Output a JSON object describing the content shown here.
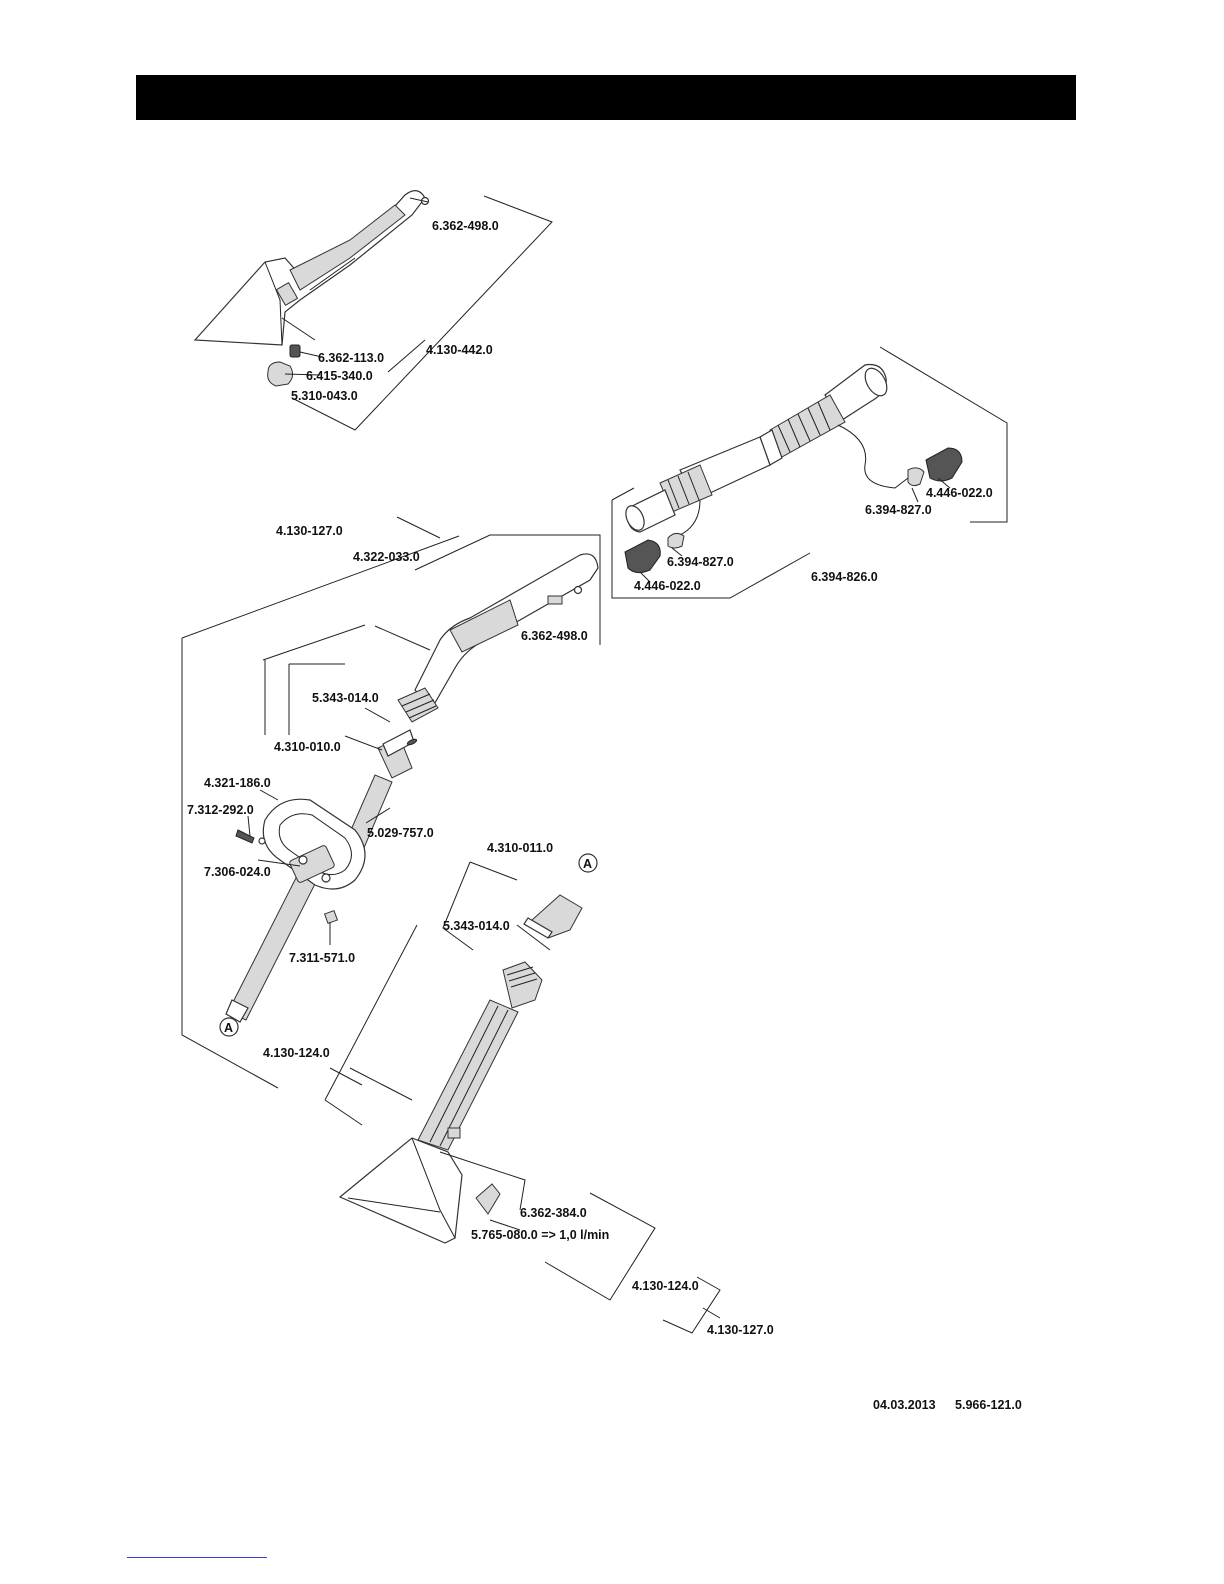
{
  "parts": {
    "p_6362_498_top": "6.362-498.0",
    "p_6362_113": "6.362-113.0",
    "p_6415_340": "6.415-340.0",
    "p_5310_043": "5.310-043.0",
    "p_4130_442": "4.130-442.0",
    "p_4446_022_r": "4.446-022.0",
    "p_6394_827_r": "6.394-827.0",
    "p_6394_827_l": "6.394-827.0",
    "p_4446_022_l": "4.446-022.0",
    "p_6394_826": "6.394-826.0",
    "p_4130_127_top": "4.130-127.0",
    "p_4322_033": "4.322-033.0",
    "p_6362_498_mid": "6.362-498.0",
    "p_5343_014_a": "5.343-014.0",
    "p_4310_010": "4.310-010.0",
    "p_4321_186": "4.321-186.0",
    "p_7312_292": "7.312-292.0",
    "p_5029_757": "5.029-757.0",
    "p_7306_024": "7.306-024.0",
    "p_4310_011": "4.310-011.0",
    "p_5343_014_b": "5.343-014.0",
    "p_7311_571": "7.311-571.0",
    "p_4130_124_a": "4.130-124.0",
    "p_6362_384": "6.362-384.0",
    "p_5765_080": "5.765-080.0 => 1,0 l/min",
    "p_4130_124_b": "4.130-124.0",
    "p_4130_127_bottom": "4.130-127.0"
  },
  "markers": {
    "connector_a": "A"
  },
  "footer": {
    "date": "04.03.2013",
    "doc_number": "5.966-121.0"
  }
}
